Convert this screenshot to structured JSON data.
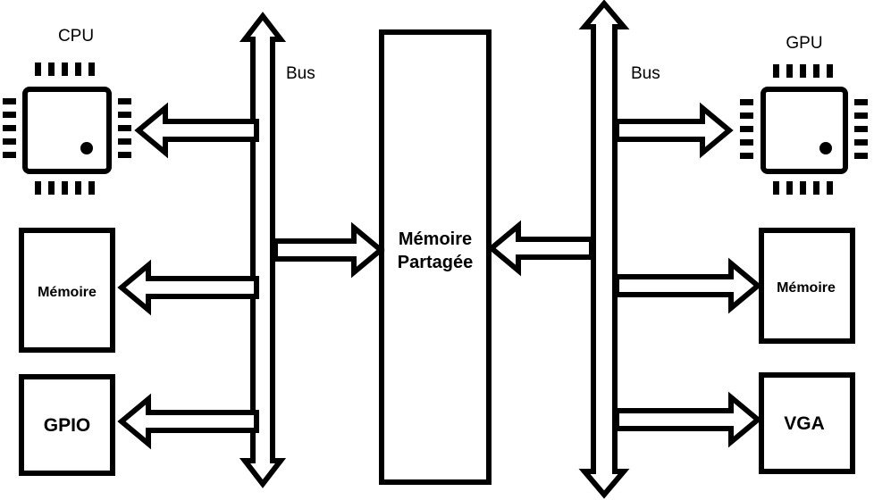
{
  "labels": {
    "cpu": "CPU",
    "gpu": "GPU",
    "bus_left": "Bus",
    "bus_right": "Bus",
    "shared_memory_line1": "Mémoire",
    "shared_memory_line2": "Partagée",
    "cpu_memory": "Mémoire",
    "gpio": "GPIO",
    "gpu_memory": "Mémoire",
    "vga": "VGA"
  },
  "colors": {
    "stroke": "#000000",
    "fill": "#ffffff"
  }
}
